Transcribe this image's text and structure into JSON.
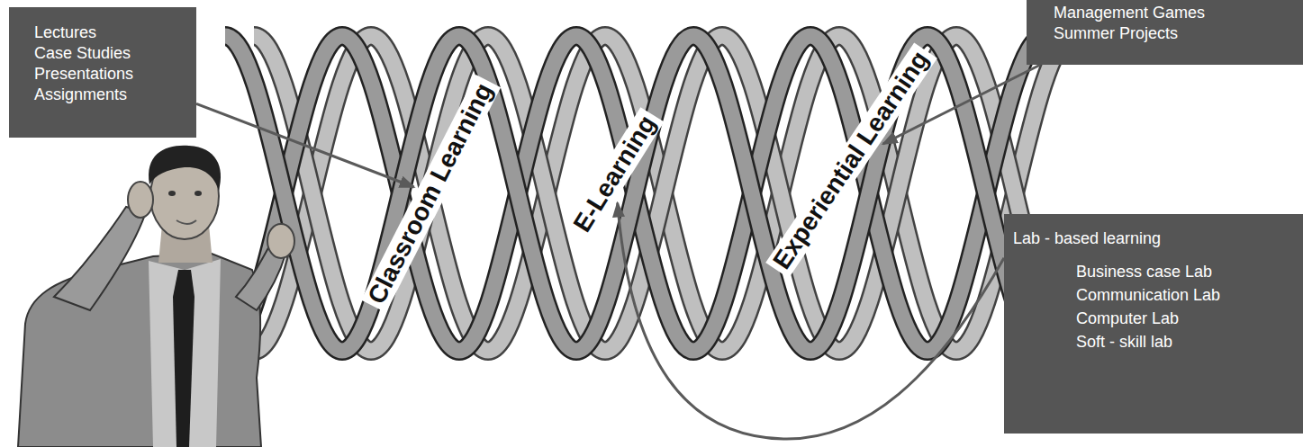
{
  "diagram": {
    "nodes": [
      {
        "text": [
          "Lectures",
          "Case Studies",
          "Presentations",
          "Assignments"
        ]
      },
      {
        "text": [
          "Classroom Learning"
        ]
      },
      {
        "text": [
          "E-Learning"
        ]
      },
      {
        "text": [
          "Experiential Learning"
        ]
      },
      {
        "text": [
          "Management Games",
          "Summer Projects"
        ]
      },
      {
        "text": [
          "Lab - based learning",
          "Business case Lab",
          "Communication Lab",
          "Computer Lab",
          "Soft - skill lab"
        ]
      }
    ],
    "edges": [
      {
        "from": 0,
        "to": 1,
        "arrow": "to"
      },
      {
        "from": 4,
        "to": 3,
        "arrow": "to"
      },
      {
        "from": 5,
        "to": 2,
        "arrow": "to"
      }
    ]
  }
}
